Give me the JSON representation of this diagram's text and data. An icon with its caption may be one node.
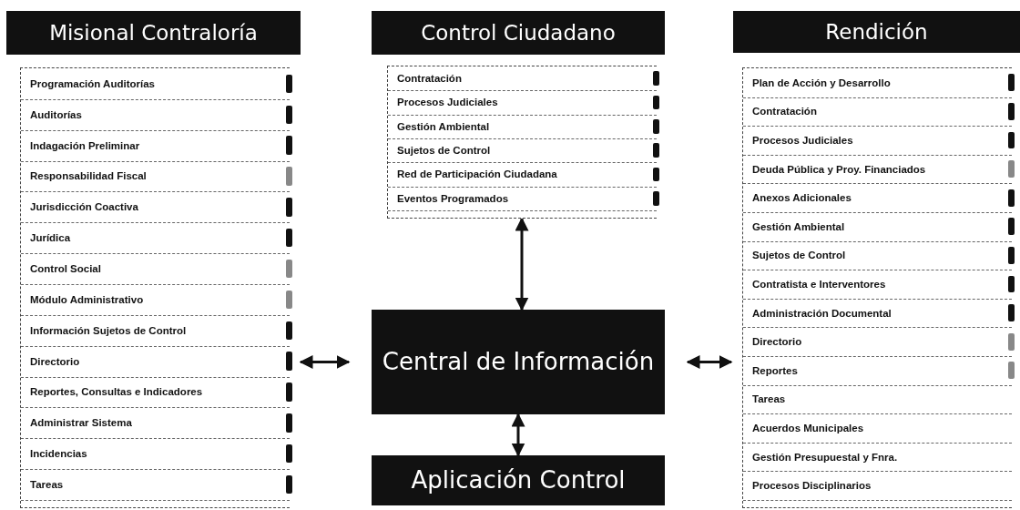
{
  "diagram": {
    "nodes": [
      {
        "text": [
          "Misional Contraloría"
        ]
      },
      {
        "text": [],
        "shape": "box"
      },
      {
        "text": [
          "Programación Auditorías"
        ],
        "in": 1
      },
      {
        "text": [
          "Auditorías"
        ],
        "in": 1
      },
      {
        "text": [
          "Indagación Preliminar"
        ],
        "in": 1
      },
      {
        "text": [
          "Responsabilidad Fiscal"
        ],
        "in": 1
      },
      {
        "text": [
          "Jurisdicción Coactiva"
        ],
        "in": 1
      },
      {
        "text": [
          "Jurídica"
        ],
        "in": 1
      },
      {
        "text": [
          "Control Social"
        ],
        "in": 1
      },
      {
        "text": [
          "Módulo Administrativo"
        ],
        "in": 1
      },
      {
        "text": [
          "Información Sujetos de Control"
        ],
        "in": 1
      },
      {
        "text": [
          "Directorio"
        ],
        "in": 1
      },
      {
        "text": [
          "Reportes, Consultas e Indicadores"
        ],
        "in": 1
      },
      {
        "text": [
          "Administrar Sistema"
        ],
        "in": 1
      },
      {
        "text": [
          "Incidencias"
        ],
        "in": 1
      },
      {
        "text": [
          "Tareas"
        ],
        "in": 1
      },
      {
        "text": [
          "Control Ciudadano"
        ]
      },
      {
        "text": [],
        "shape": "box"
      },
      {
        "text": [
          "Contratación"
        ],
        "in": 17
      },
      {
        "text": [
          "Procesos Judiciales"
        ],
        "in": 17
      },
      {
        "text": [
          "Gestión Ambiental"
        ],
        "in": 17
      },
      {
        "text": [
          "Sujetos de Control"
        ],
        "in": 17
      },
      {
        "text": [
          "Red de Participación Ciudadana"
        ],
        "in": 17
      },
      {
        "text": [
          "Eventos Programados"
        ],
        "in": 17
      },
      {
        "text": [
          "Central de Información"
        ]
      },
      {
        "text": [
          "Aplicación Control"
        ]
      },
      {
        "text": [
          "Rendición"
        ]
      },
      {
        "text": [],
        "shape": "box"
      },
      {
        "text": [
          "Plan de Acción y Desarrollo"
        ],
        "in": 27
      },
      {
        "text": [
          "Contratación"
        ],
        "in": 27
      },
      {
        "text": [
          "Procesos Judiciales"
        ],
        "in": 27
      },
      {
        "text": [
          "Deuda Pública y Proy. Financiados"
        ],
        "in": 27
      },
      {
        "text": [
          "Anexos Adicionales"
        ],
        "in": 27
      },
      {
        "text": [
          "Gestión Ambiental"
        ],
        "in": 27
      },
      {
        "text": [
          "Sujetos de Control"
        ],
        "in": 27
      },
      {
        "text": [
          "Contratista e Interventores"
        ],
        "in": 27
      },
      {
        "text": [
          "Administración Documental"
        ],
        "in": 27
      },
      {
        "text": [
          "Directorio"
        ],
        "in": 27
      },
      {
        "text": [
          "Reportes"
        ],
        "in": 27
      },
      {
        "text": [
          "Tareas"
        ],
        "in": 27
      },
      {
        "text": [
          "Acuerdos Municipales"
        ],
        "in": 27
      },
      {
        "text": [
          "Gestión Presupuestal y Fnra."
        ],
        "in": 27
      },
      {
        "text": [
          "Procesos Disciplinarios"
        ],
        "in": 27
      }
    ],
    "edges": [
      {
        "from": 17,
        "to": 24,
        "arrow": "both"
      },
      {
        "from": 24,
        "to": 1,
        "arrow": "both"
      },
      {
        "from": 24,
        "to": 27,
        "arrow": "both"
      },
      {
        "from": 24,
        "to": 25,
        "arrow": "both"
      }
    ]
  }
}
